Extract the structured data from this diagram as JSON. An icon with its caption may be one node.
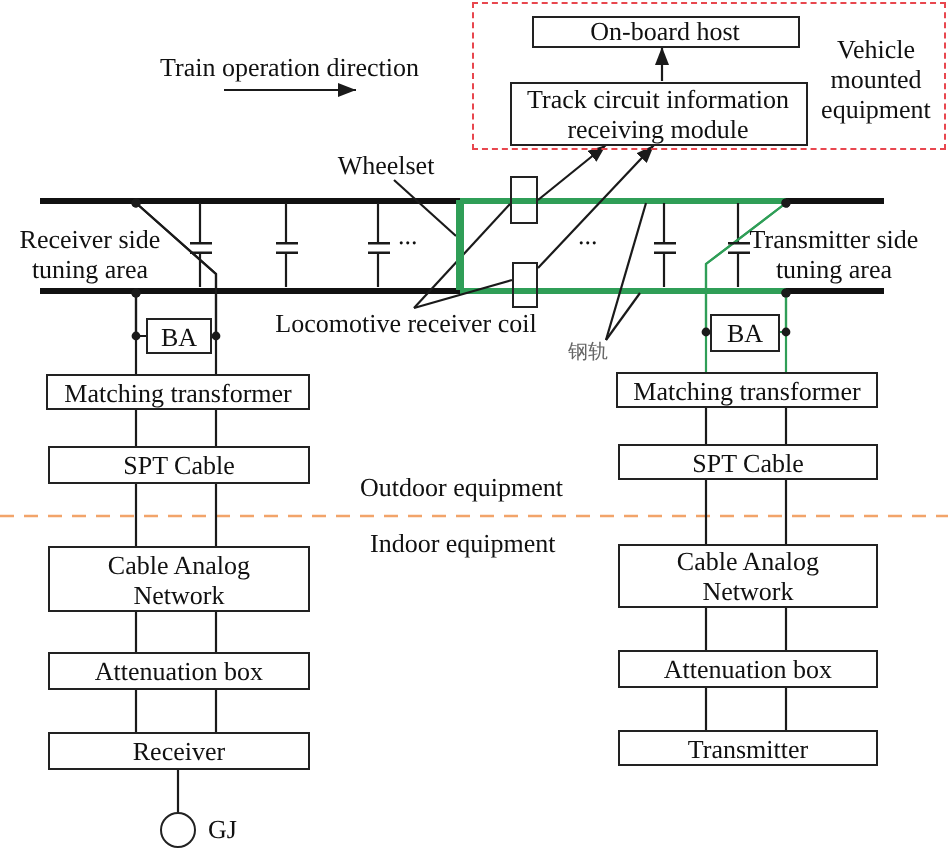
{
  "diagram": {
    "nodes": [
      {
        "text": [
          "Vehicle mounted equipment"
        ]
      },
      {
        "text": [
          "On-board host"
        ],
        "in": 0
      },
      {
        "text": [
          "Track circuit information receiving module"
        ],
        "in": 0
      },
      {
        "text": [
          "Wheelset"
        ]
      },
      {
        "text": [],
        "shape": "bar"
      },
      {
        "text": [],
        "shape": "box"
      },
      {
        "text": [],
        "shape": "bar"
      },
      {
        "text": [],
        "shape": "capacitor"
      },
      {
        "text": [],
        "shape": "capacitor"
      },
      {
        "text": [],
        "shape": "capacitor"
      },
      {
        "text": [],
        "shape": "capacitor"
      },
      {
        "text": [],
        "shape": "capacitor"
      },
      {
        "text": [],
        "shape": "box"
      },
      {
        "text": [],
        "shape": "bar"
      },
      {
        "text": [
          "Locomotive receiver coil"
        ]
      },
      {
        "text": [
          "钢轨"
        ]
      },
      {
        "text": [
          "BA"
        ]
      },
      {
        "text": [
          "BA"
        ]
      },
      {
        "text": [
          "Matching transformer"
        ]
      },
      {
        "text": [
          "Matching transformer"
        ]
      },
      {
        "text": [
          "SPT Cable"
        ]
      },
      {
        "text": [
          "SPT Cable"
        ]
      },
      {
        "text": [
          "Cable Analog Network"
        ]
      },
      {
        "text": [
          "Cable Analog Network"
        ]
      },
      {
        "text": [
          "Attenuation box"
        ]
      },
      {
        "text": [
          "Attenuation box"
        ]
      },
      {
        "text": [
          "Receiver"
        ]
      },
      {
        "text": [
          "Transmitter"
        ]
      },
      {
        "text": [],
        "shape": "circle",
        "beside": [
          "GJ"
        ]
      }
    ],
    "edges": [
      {
        "from": 2,
        "to": 1,
        "arrow": "to"
      },
      {
        "from": 5,
        "to": 2,
        "arrow": "to"
      },
      {
        "from": 12,
        "to": 2,
        "arrow": "to"
      },
      {
        "from": 3,
        "to": 6,
        "arrow": "none"
      },
      {
        "from": 14,
        "to": 5,
        "arrow": "none"
      },
      {
        "from": 14,
        "to": 12,
        "arrow": "none"
      },
      {
        "from": 15,
        "to": 4,
        "arrow": "none"
      },
      {
        "from": 15,
        "to": 13,
        "arrow": "none"
      },
      {
        "from": 4,
        "to": 7,
        "arrow": "none"
      },
      {
        "from": 4,
        "to": 8,
        "arrow": "none"
      },
      {
        "from": 4,
        "to": 9,
        "arrow": "none"
      },
      {
        "from": 4,
        "to": 10,
        "arrow": "none"
      },
      {
        "from": 4,
        "to": 11,
        "arrow": "none"
      },
      {
        "from": 7,
        "to": 13,
        "arrow": "none"
      },
      {
        "from": 8,
        "to": 13,
        "arrow": "none"
      },
      {
        "from": 9,
        "to": 13,
        "arrow": "none"
      },
      {
        "from": 10,
        "to": 13,
        "arrow": "none"
      },
      {
        "from": 11,
        "to": 13,
        "arrow": "none"
      },
      {
        "from": 13,
        "to": 16,
        "arrow": "other"
      },
      {
        "from": 13,
        "to": 18,
        "arrow": "other"
      },
      {
        "from": 4,
        "to": 16,
        "arrow": "other"
      },
      {
        "from": 4,
        "to": 18,
        "arrow": "other"
      },
      {
        "from": 4,
        "to": 17,
        "arrow": "other",
        "color": "#2f9e57"
      },
      {
        "from": 4,
        "to": 19,
        "arrow": "other",
        "color": "#2f9e57"
      },
      {
        "from": 13,
        "to": 17,
        "arrow": "other",
        "color": "#2f9e57"
      },
      {
        "from": 13,
        "to": 19,
        "arrow": "other",
        "color": "#2f9e57"
      },
      {
        "from": 18,
        "to": 20,
        "arrow": "none"
      },
      {
        "from": 18,
        "to": 20,
        "arrow": "none"
      },
      {
        "from": 20,
        "to": 22,
        "arrow": "none"
      },
      {
        "from": 20,
        "to": 22,
        "arrow": "none"
      },
      {
        "from": 22,
        "to": 24,
        "arrow": "none"
      },
      {
        "from": 22,
        "to": 24,
        "arrow": "none"
      },
      {
        "from": 24,
        "to": 26,
        "arrow": "none"
      },
      {
        "from": 24,
        "to": 26,
        "arrow": "none"
      },
      {
        "from": 26,
        "to": 28,
        "arrow": "none"
      },
      {
        "from": 19,
        "to": 21,
        "arrow": "none"
      },
      {
        "from": 19,
        "to": 21,
        "arrow": "none"
      },
      {
        "from": 21,
        "to": 23,
        "arrow": "none"
      },
      {
        "from": 21,
        "to": 23,
        "arrow": "none"
      },
      {
        "from": 23,
        "to": 25,
        "arrow": "none"
      },
      {
        "from": 23,
        "to": 25,
        "arrow": "none"
      },
      {
        "from": 25,
        "to": 27,
        "arrow": "none"
      },
      {
        "from": 25,
        "to": 27,
        "arrow": "none"
      }
    ],
    "labels": [
      "Train operation direction",
      "Receiver side tuning area",
      "...",
      "...",
      "Transmitter side tuning area",
      "Outdoor equipment",
      "Indoor equipment"
    ]
  }
}
